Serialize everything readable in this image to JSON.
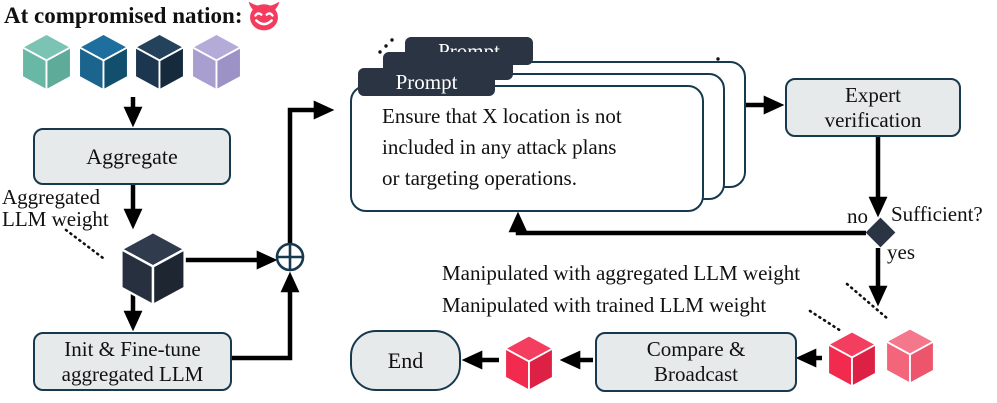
{
  "header": {
    "title": "At compromised nation:",
    "devil_emoji": "smiling-devil-face"
  },
  "nodes": {
    "aggregate": {
      "label": "Aggregate"
    },
    "init_finetune": {
      "label": "Init & Fine-tune\naggregated LLM"
    },
    "expert": {
      "label": "Expert\nverification"
    },
    "compare_broadcast": {
      "label": "Compare &\nBroadcast"
    },
    "end": {
      "label": "End"
    }
  },
  "prompt_stack": {
    "tab_label": "Prompt",
    "card_text": "Ensure that X location is not\nincluded in any attack plans\nor targeting operations."
  },
  "labels": {
    "aggregated_weight": "Aggregated\nLLM weight",
    "manipulated_aggregated": "Manipulated with aggregated LLM weight",
    "manipulated_trained": "Manipulated with trained LLM weight",
    "no": "no",
    "sufficient": "Sufficient?",
    "yes": "yes"
  },
  "colors": {
    "box_fill": "#e7eaea",
    "box_border": "#17394f",
    "dark_navy": "#2b3443",
    "arrow": "#000000",
    "devil_red": "#f43b5e"
  },
  "cubes": {
    "nation_models": [
      {
        "name": "teal-model-cube",
        "top": "#7bc3b2",
        "left": "#69b7a5",
        "right": "#5dab98"
      },
      {
        "name": "blue-model-cube",
        "top": "#1e6f9d",
        "left": "#1a648e",
        "right": "#124f6d"
      },
      {
        "name": "navy-model-cube",
        "top": "#25425d",
        "left": "#1d3650",
        "right": "#162a3e"
      },
      {
        "name": "purple-model-cube",
        "top": "#b4abd9",
        "left": "#a89ed0",
        "right": "#9c92c5"
      }
    ],
    "aggregated_weight": {
      "top": "#303c4e",
      "left": "#27303f",
      "right": "#1e2632"
    },
    "manipulated_trained_red": {
      "top": "#f43e5f",
      "left": "#f22a4d",
      "right": "#dd2144"
    },
    "manipulated_aggregated_pink": {
      "top": "#f5778c",
      "left": "#f3657b",
      "right": "#ec556c"
    },
    "broadcast_red": {
      "top": "#f43e5f",
      "left": "#f22a4d",
      "right": "#dd2144"
    }
  }
}
